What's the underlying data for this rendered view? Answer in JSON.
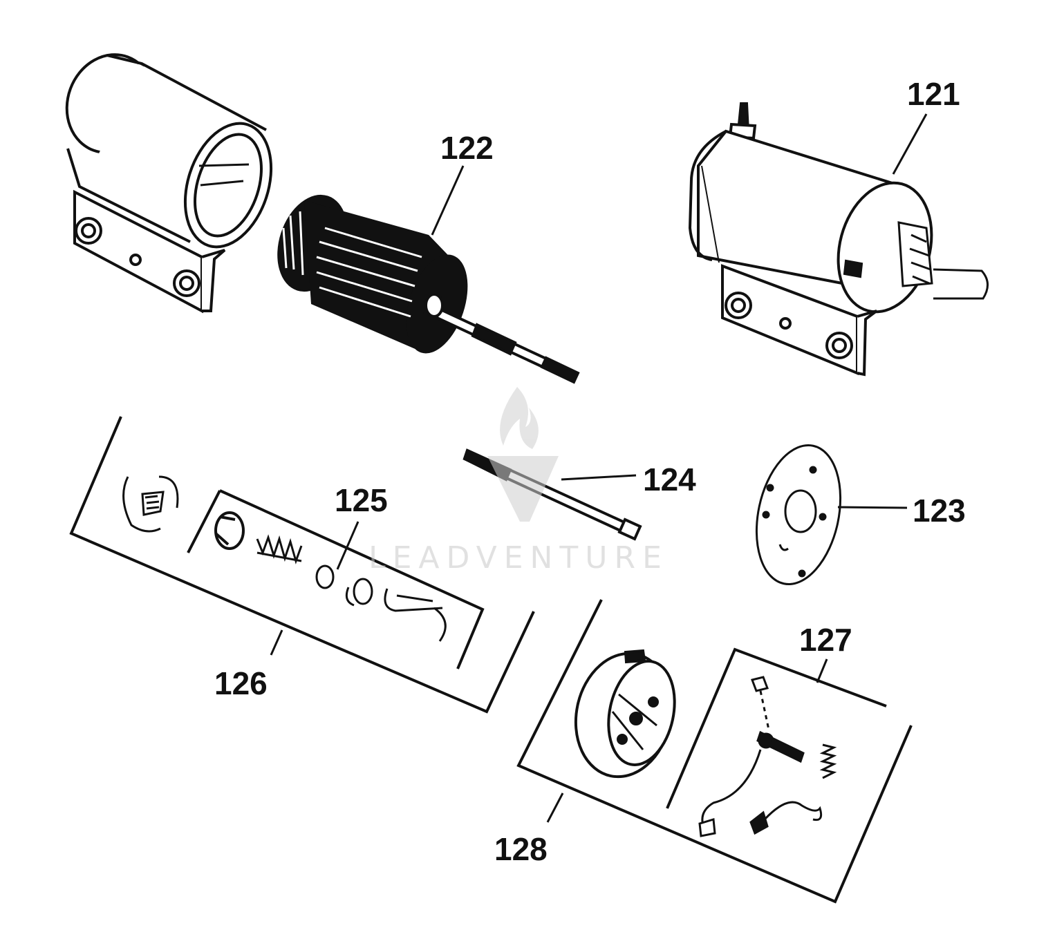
{
  "callouts": {
    "c121": "121",
    "c122": "122",
    "c123": "123",
    "c124": "124",
    "c125": "125",
    "c126": "126",
    "c127": "127",
    "c128": "128"
  },
  "watermark": {
    "text": "LEADVENTURE",
    "icon": "flame-logo-icon"
  },
  "colors": {
    "ink": "#111111",
    "paper": "#ffffff",
    "watermark": "#c9c9c9"
  }
}
